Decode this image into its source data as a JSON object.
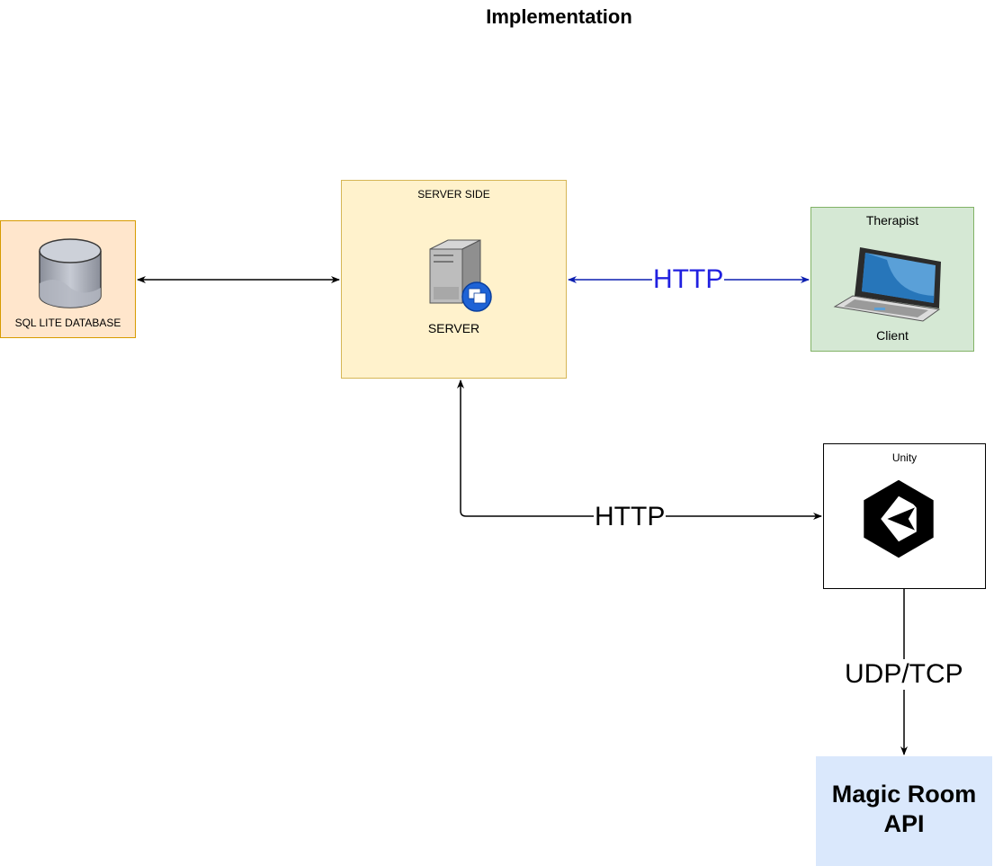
{
  "title": "Implementation",
  "nodes": {
    "database": {
      "label": "SQL LITE DATABASE",
      "color": "#ffe6cc"
    },
    "server_side": {
      "container_label": "SERVER SIDE",
      "server_label": "SERVER",
      "color": "#fff2cc"
    },
    "therapist": {
      "container_label": "Therapist",
      "client_label": "Client",
      "color": "#d5e8d4"
    },
    "unity": {
      "container_label": "Unity",
      "color": "#ffffff"
    },
    "magic_room": {
      "label": "Magic Room\nAPI",
      "color": "#dae8fc"
    }
  },
  "edges": {
    "server_client": {
      "label": "HTTP",
      "color": "#2020e0"
    },
    "server_unity": {
      "label": "HTTP"
    },
    "unity_magic_room": {
      "label": "UDP/TCP"
    }
  },
  "icons": [
    "database-icon",
    "server-icon",
    "laptop-icon",
    "unity-logo-icon"
  ]
}
